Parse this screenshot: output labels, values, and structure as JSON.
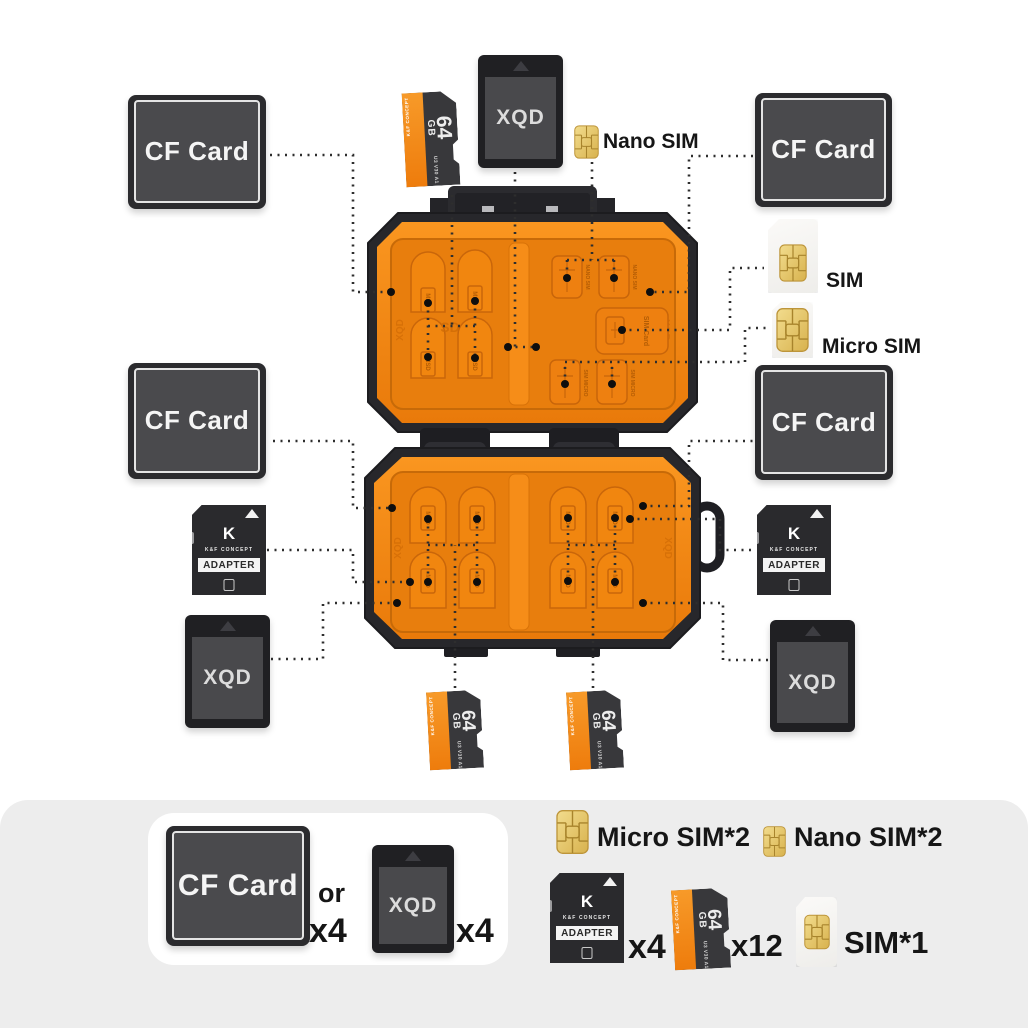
{
  "labels": {
    "cf_card": "CF Card",
    "xqd": "XQD",
    "nano_sim": "Nano SIM",
    "sim": "SIM",
    "micro_sim": "Micro SIM"
  },
  "microsd": {
    "brand": "K&F CONCEPT",
    "capacity": "64",
    "unit": "GB",
    "speed": "U3 V30 A1"
  },
  "adapter": {
    "logo": "K",
    "brand": "K&F CONCEPT",
    "label": "ADAPTER"
  },
  "case_embossed": {
    "msd": "MSD",
    "sd": "SD",
    "nano_sim": "NANO SIM",
    "sim_card": "SIM Card",
    "micro_sim": "SIM MICRO",
    "xqd": "XQD"
  },
  "legend": {
    "or": "or",
    "cf_count": "x4",
    "xqd_count": "x4",
    "micro_sim": "Micro SIM*2",
    "nano_sim": "Nano SIM*2",
    "adapter_count": "x4",
    "microsd_count": "x12",
    "sim_count": "SIM*1"
  },
  "colors": {
    "case_orange": "#F28410",
    "case_frame": "#27272B",
    "card_dark": "#4A4A4D",
    "chip_gold": "#E7C96E",
    "label_text": "#161616",
    "legend_bg": "#EDEDED"
  }
}
